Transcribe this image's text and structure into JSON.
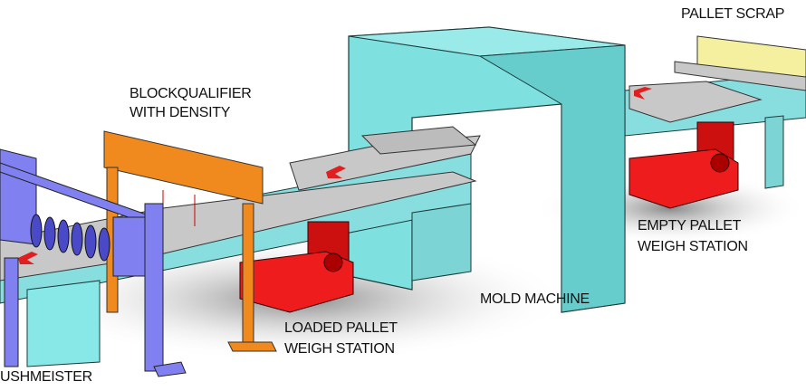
{
  "diagram": {
    "title": "Block production line layout",
    "colors": {
      "mold_machine": "#7fe0e0",
      "conveyor_frame": "#88dede",
      "weigh_station": "#ee1c1c",
      "blockqualifier": "#f08a1e",
      "crushmeister": "#8080f0",
      "pallet_scraper": "#f5f0a0",
      "pallets": "#c8c8c8",
      "direction_arrow": "#e02020"
    },
    "labels": {
      "pallet_scraper": "PALLET SCRAP",
      "blockqualifier_line1": "BLOCKQUALIFIER",
      "blockqualifier_line2": "WITH DENSITY",
      "empty_weigh_line1": "EMPTY PALLET",
      "empty_weigh_line2": "WEIGH STATION",
      "mold_machine": "MOLD MACHINE",
      "loaded_weigh_line1": "LOADED PALLET",
      "loaded_weigh_line2": "WEIGH STATION",
      "crushmeister": "USHMEISTER"
    }
  }
}
